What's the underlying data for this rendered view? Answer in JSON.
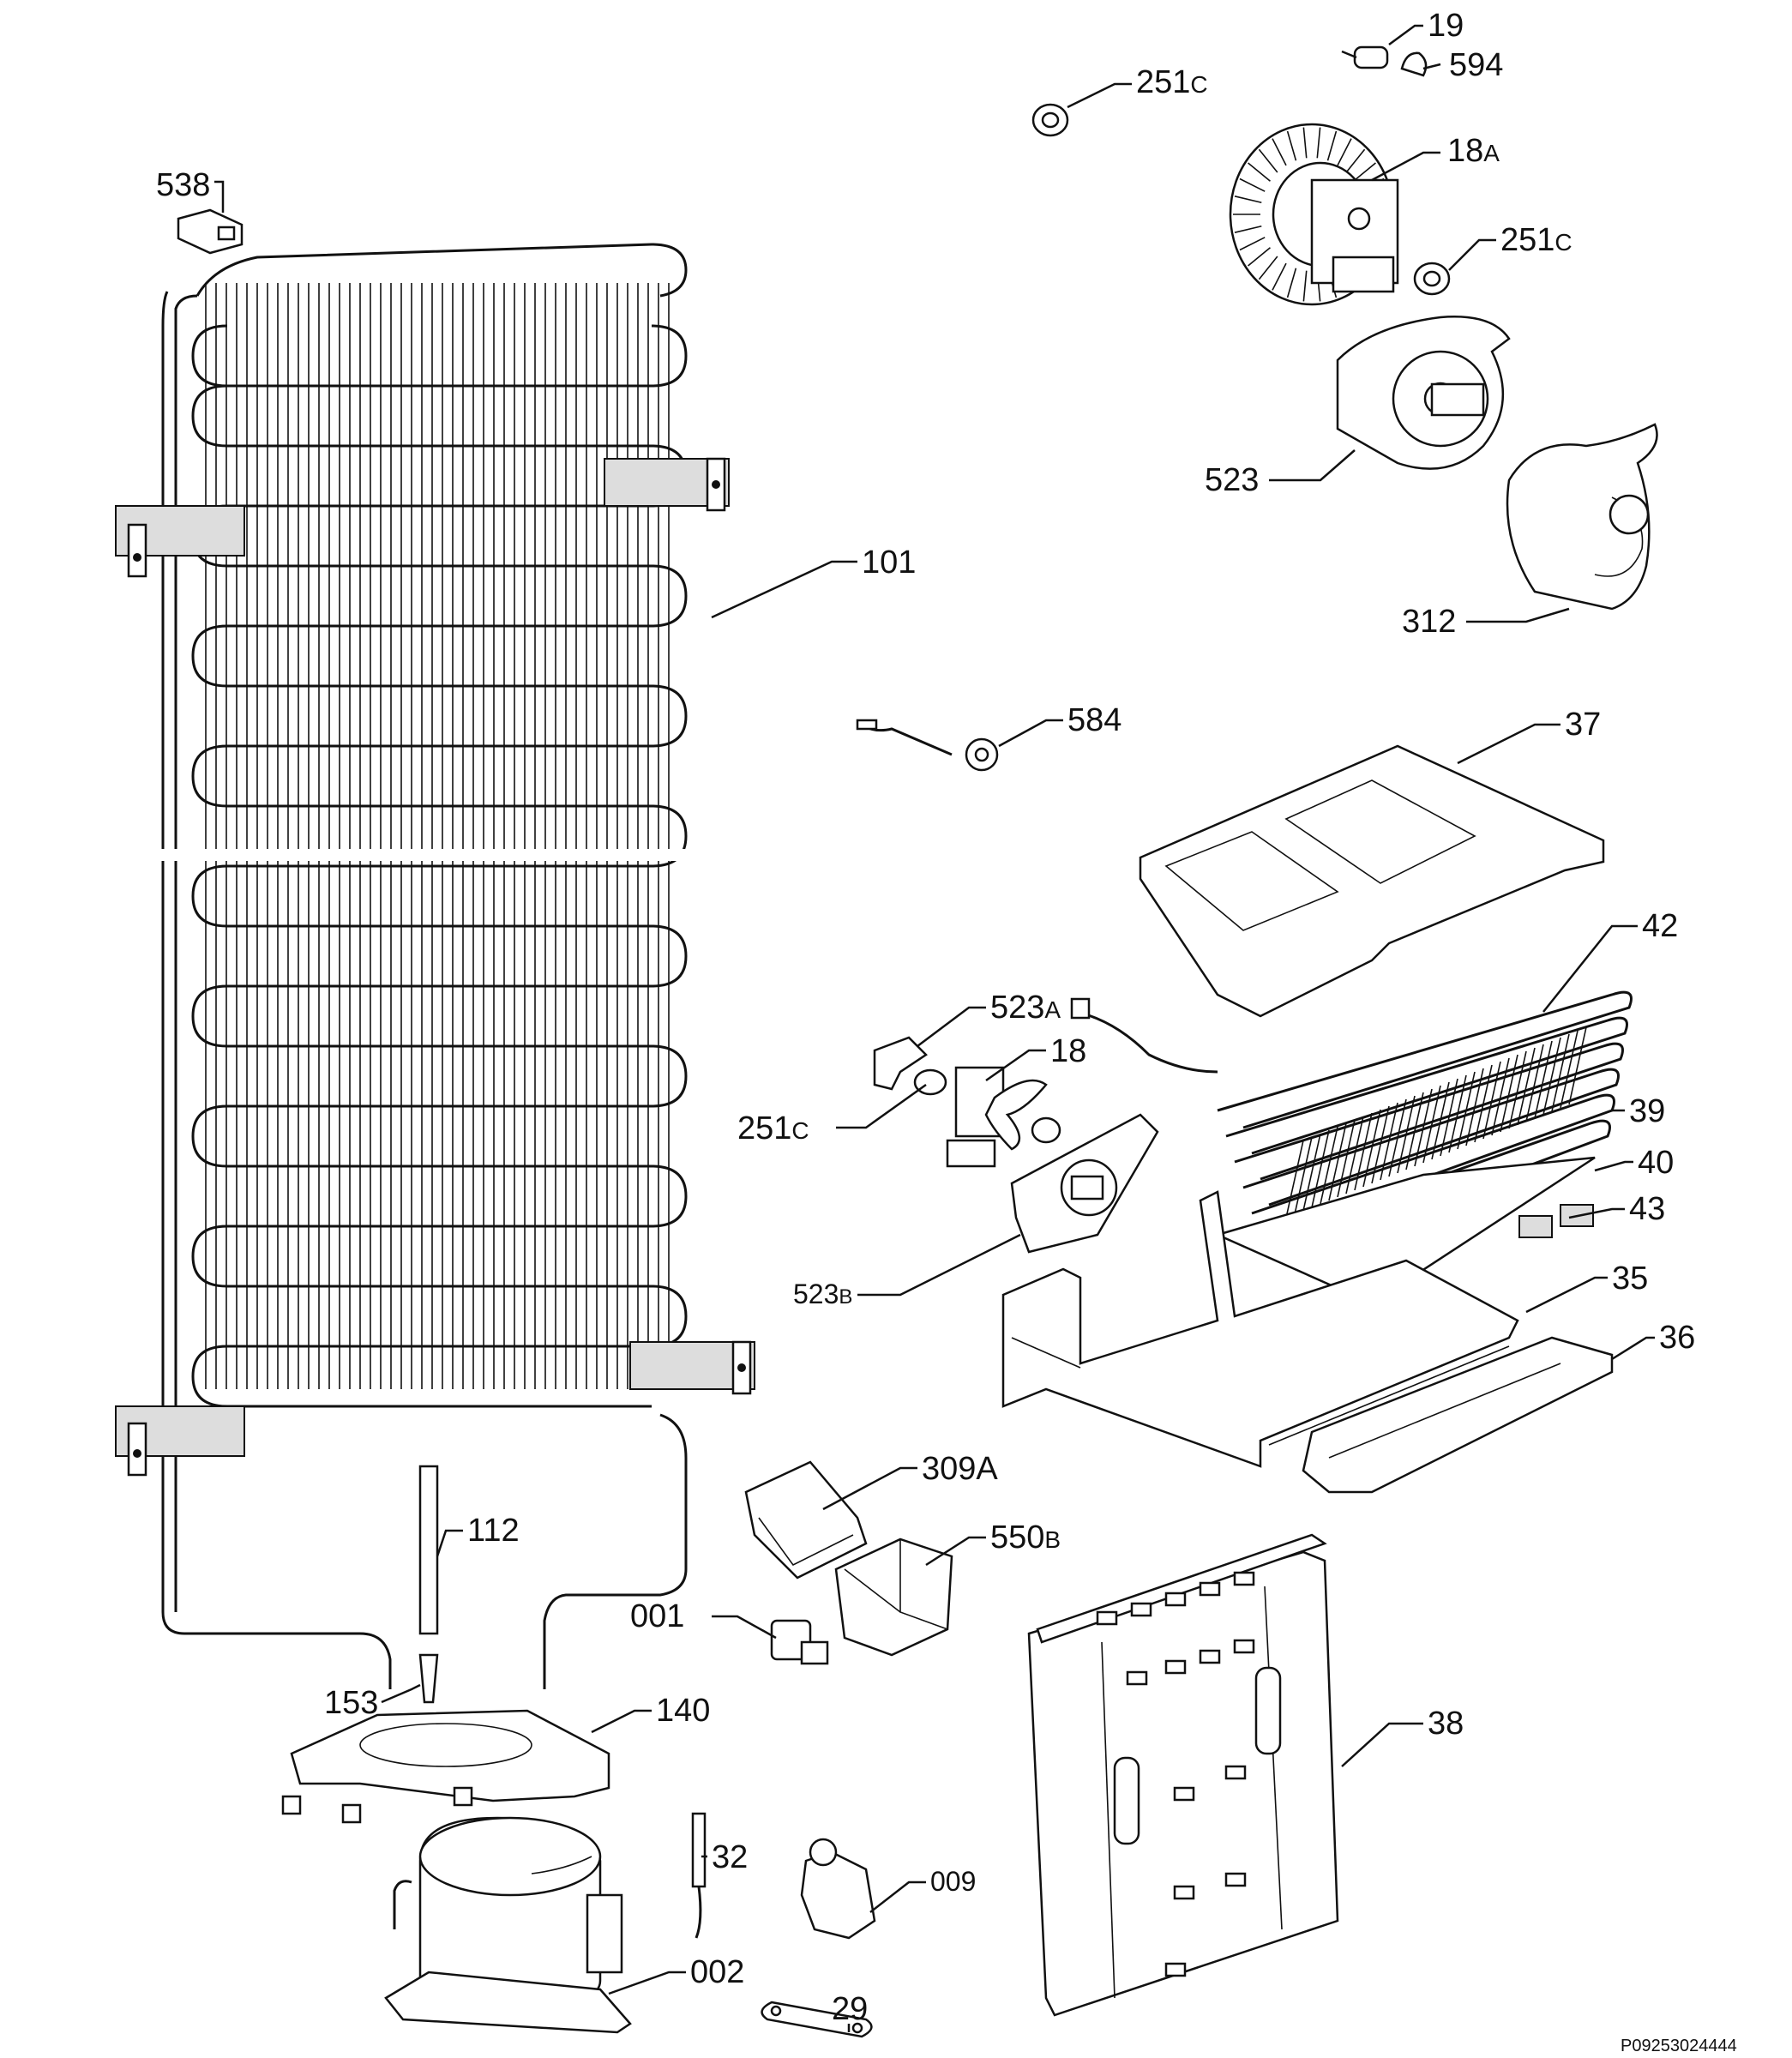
{
  "document_code": "P09253024444",
  "parts": [
    {
      "id": "p19",
      "number": "19",
      "suffix": ""
    },
    {
      "id": "p594",
      "number": "594",
      "suffix": ""
    },
    {
      "id": "p251c-a",
      "number": "251",
      "suffix": "C"
    },
    {
      "id": "p18a",
      "number": "18",
      "suffix": "A"
    },
    {
      "id": "p251c-b",
      "number": "251",
      "suffix": "C"
    },
    {
      "id": "p538",
      "number": "538",
      "suffix": ""
    },
    {
      "id": "p523",
      "number": "523",
      "suffix": ""
    },
    {
      "id": "p312",
      "number": "312",
      "suffix": ""
    },
    {
      "id": "p101",
      "number": "101",
      "suffix": ""
    },
    {
      "id": "p584",
      "number": "584",
      "suffix": ""
    },
    {
      "id": "p37",
      "number": "37",
      "suffix": ""
    },
    {
      "id": "p42",
      "number": "42",
      "suffix": ""
    },
    {
      "id": "p523a",
      "number": "523",
      "suffix": "A"
    },
    {
      "id": "p18",
      "number": "18",
      "suffix": ""
    },
    {
      "id": "p251c-c",
      "number": "251",
      "suffix": "C"
    },
    {
      "id": "p39",
      "number": "39",
      "suffix": ""
    },
    {
      "id": "p40",
      "number": "40",
      "suffix": ""
    },
    {
      "id": "p43",
      "number": "43",
      "suffix": ""
    },
    {
      "id": "p523b",
      "number": "523",
      "suffix": "B"
    },
    {
      "id": "p35",
      "number": "35",
      "suffix": ""
    },
    {
      "id": "p36",
      "number": "36",
      "suffix": ""
    },
    {
      "id": "p309a",
      "number": "309A",
      "suffix": ""
    },
    {
      "id": "p112",
      "number": "112",
      "suffix": ""
    },
    {
      "id": "p550b",
      "number": "550",
      "suffix": "B"
    },
    {
      "id": "p001",
      "number": "001",
      "suffix": ""
    },
    {
      "id": "p153",
      "number": "153",
      "suffix": ""
    },
    {
      "id": "p140",
      "number": "140",
      "suffix": ""
    },
    {
      "id": "p38",
      "number": "38",
      "suffix": ""
    },
    {
      "id": "p32",
      "number": "32",
      "suffix": ""
    },
    {
      "id": "p009",
      "number": "009",
      "suffix": ""
    },
    {
      "id": "p002",
      "number": "002",
      "suffix": ""
    },
    {
      "id": "p29",
      "number": "29",
      "suffix": ""
    }
  ]
}
